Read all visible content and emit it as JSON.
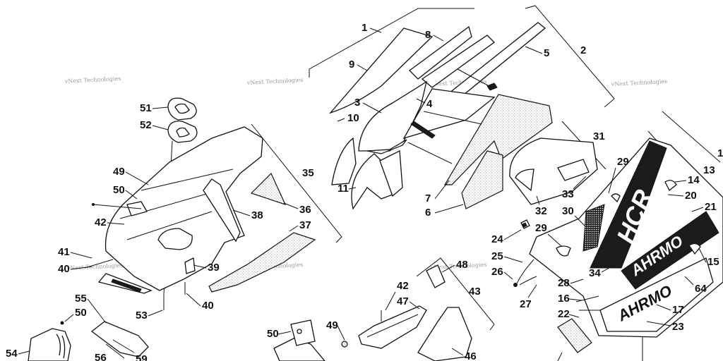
{
  "callouts": [
    {
      "id": "c1",
      "text": "1"
    },
    {
      "id": "c2",
      "text": "2"
    },
    {
      "id": "c3",
      "text": "3"
    },
    {
      "id": "c4",
      "text": "4"
    },
    {
      "id": "c5",
      "text": "5"
    },
    {
      "id": "c6",
      "text": "6"
    },
    {
      "id": "c7",
      "text": "7"
    },
    {
      "id": "c8",
      "text": "8"
    },
    {
      "id": "c9",
      "text": "9"
    },
    {
      "id": "c10",
      "text": "10"
    },
    {
      "id": "c11",
      "text": "11"
    },
    {
      "id": "c13",
      "text": "13"
    },
    {
      "id": "c14",
      "text": "14"
    },
    {
      "id": "c15",
      "text": "15"
    },
    {
      "id": "c16",
      "text": "16"
    },
    {
      "id": "c17",
      "text": "17"
    },
    {
      "id": "c20",
      "text": "20"
    },
    {
      "id": "c21",
      "text": "21"
    },
    {
      "id": "c22",
      "text": "22"
    },
    {
      "id": "c23",
      "text": "23"
    },
    {
      "id": "c24",
      "text": "24"
    },
    {
      "id": "c25",
      "text": "25"
    },
    {
      "id": "c26",
      "text": "26"
    },
    {
      "id": "c27",
      "text": "27"
    },
    {
      "id": "c28",
      "text": "28"
    },
    {
      "id": "c29a",
      "text": "29"
    },
    {
      "id": "c29b",
      "text": "29"
    },
    {
      "id": "c30",
      "text": "30"
    },
    {
      "id": "c31",
      "text": "31"
    },
    {
      "id": "c32",
      "text": "32"
    },
    {
      "id": "c33",
      "text": "33"
    },
    {
      "id": "c34",
      "text": "34"
    },
    {
      "id": "c35",
      "text": "35"
    },
    {
      "id": "c36",
      "text": "36"
    },
    {
      "id": "c37",
      "text": "37"
    },
    {
      "id": "c38",
      "text": "38"
    },
    {
      "id": "c39",
      "text": "39"
    },
    {
      "id": "c40a",
      "text": "40"
    },
    {
      "id": "c40b",
      "text": "40"
    },
    {
      "id": "c41",
      "text": "41"
    },
    {
      "id": "c42a",
      "text": "42"
    },
    {
      "id": "c42b",
      "text": "42"
    },
    {
      "id": "c43",
      "text": "43"
    },
    {
      "id": "c46",
      "text": "46"
    },
    {
      "id": "c47",
      "text": "47"
    },
    {
      "id": "c48",
      "text": "48"
    },
    {
      "id": "c49a",
      "text": "49"
    },
    {
      "id": "c49b",
      "text": "49"
    },
    {
      "id": "c50a",
      "text": "50"
    },
    {
      "id": "c50b",
      "text": "50"
    },
    {
      "id": "c50c",
      "text": "50"
    },
    {
      "id": "c51",
      "text": "51"
    },
    {
      "id": "c52",
      "text": "52"
    },
    {
      "id": "c53",
      "text": "53"
    },
    {
      "id": "c54",
      "text": "54"
    },
    {
      "id": "c55",
      "text": "55"
    },
    {
      "id": "c56",
      "text": "56"
    },
    {
      "id": "c59",
      "text": "59"
    },
    {
      "id": "c64",
      "text": "64"
    },
    {
      "id": "c1r",
      "text": "1"
    }
  ],
  "watermark": "vNext Technologies",
  "decals": {
    "hcr": "HCR",
    "ahrmo": "AHRMO",
    "ahrmo_side": "AHRMO"
  }
}
